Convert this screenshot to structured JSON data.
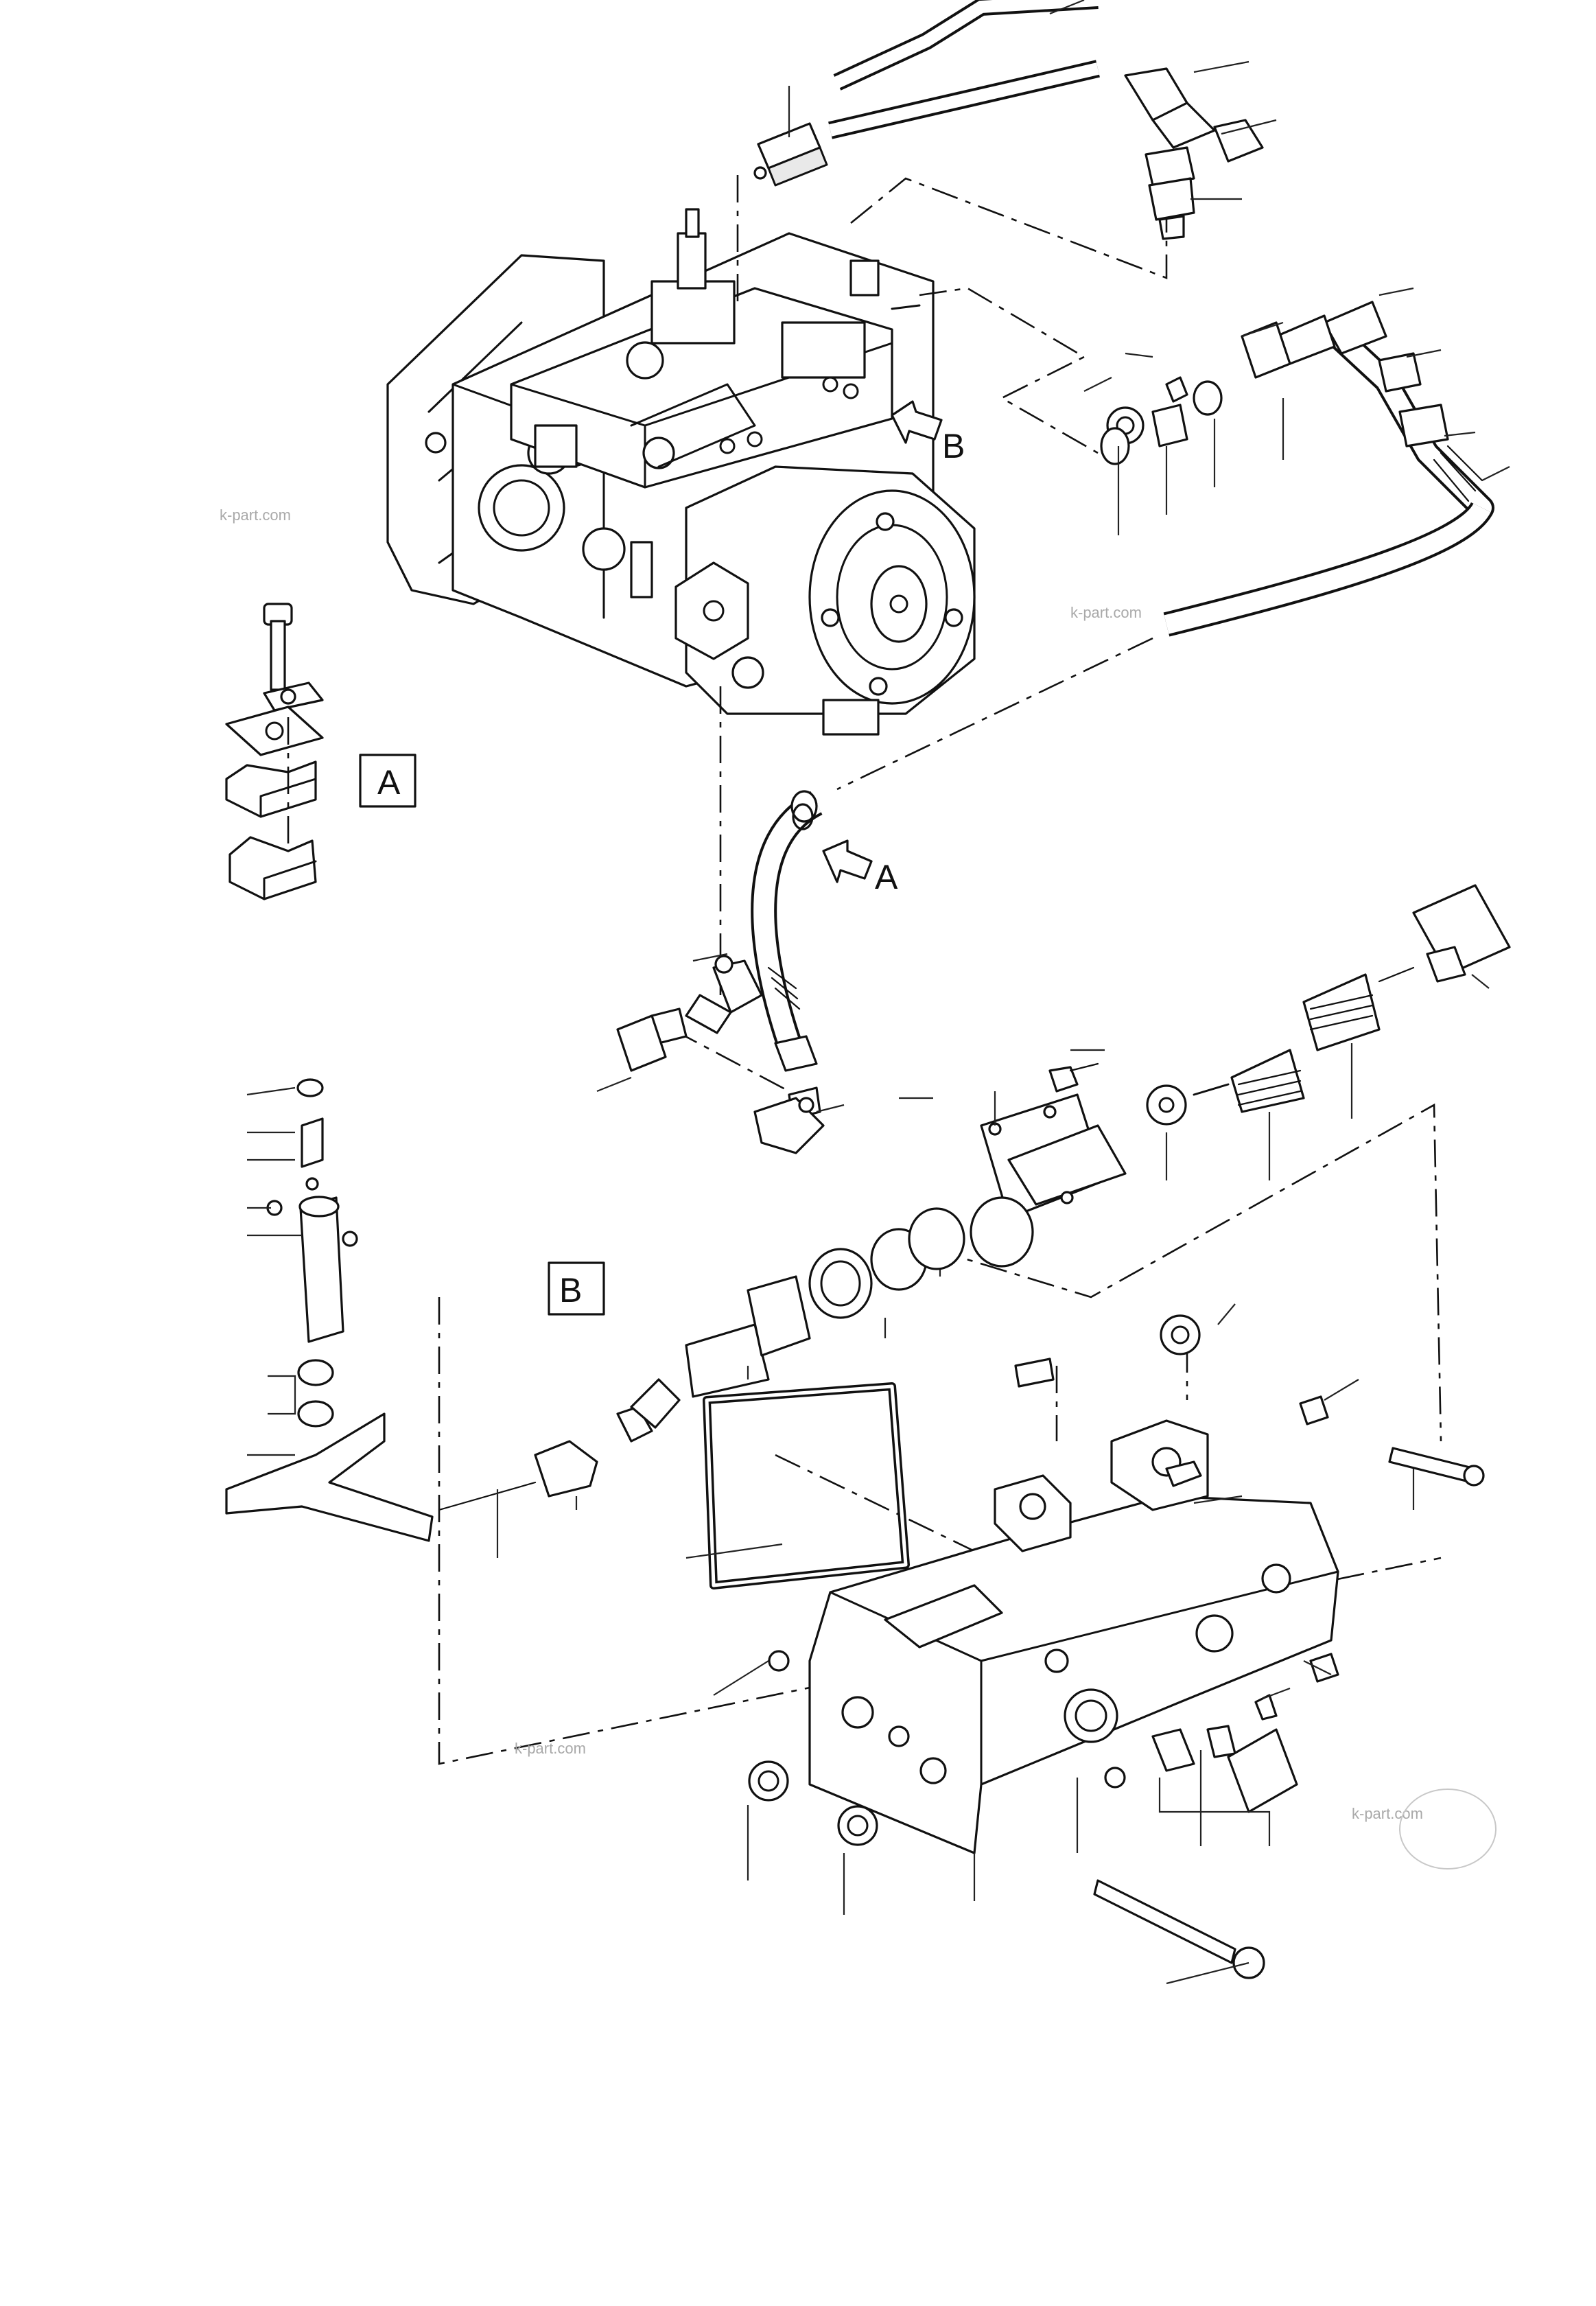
{
  "detail_labels": {
    "a_box": "A",
    "a_arrow": "A",
    "b_box": "B",
    "b_arrow": "B"
  },
  "watermarks": [
    "k-part.com",
    "k-part.com",
    "k-part.com",
    "k-part.com"
  ],
  "colors": {
    "line": "#111111",
    "background": "#ffffff",
    "watermark": "#a9a9a9"
  }
}
